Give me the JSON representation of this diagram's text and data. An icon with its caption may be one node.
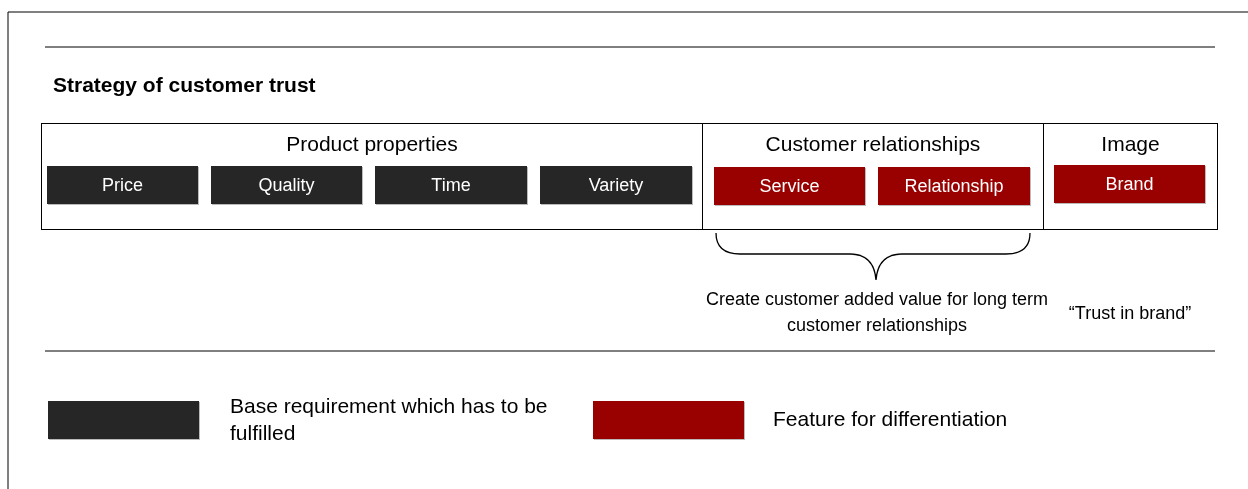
{
  "diagram": {
    "title": "Strategy of customer trust",
    "nodes": [
      {
        "text": [
          "Product properties"
        ]
      },
      {
        "text": [
          "Price"
        ],
        "in": 0
      },
      {
        "text": [
          "Quality"
        ],
        "in": 0
      },
      {
        "text": [
          "Time"
        ],
        "in": 0
      },
      {
        "text": [
          "Variety"
        ],
        "in": 0
      },
      {
        "text": [
          "Customer relationships"
        ]
      },
      {
        "text": [
          "Service"
        ],
        "in": 5
      },
      {
        "text": [
          "Relationship"
        ],
        "in": 5
      },
      {
        "text": [
          "Image"
        ]
      },
      {
        "text": [
          "Brand"
        ],
        "in": 8
      }
    ],
    "edges": [],
    "labels": [
      "Create customer added value for long term customer relationships",
      "“Trust in brand”"
    ],
    "legend": [
      {
        "text": "Base requirement which has to be fulfilled",
        "color": "#262626"
      },
      {
        "text": "Feature for differentiation",
        "color": "#990000"
      }
    ]
  }
}
